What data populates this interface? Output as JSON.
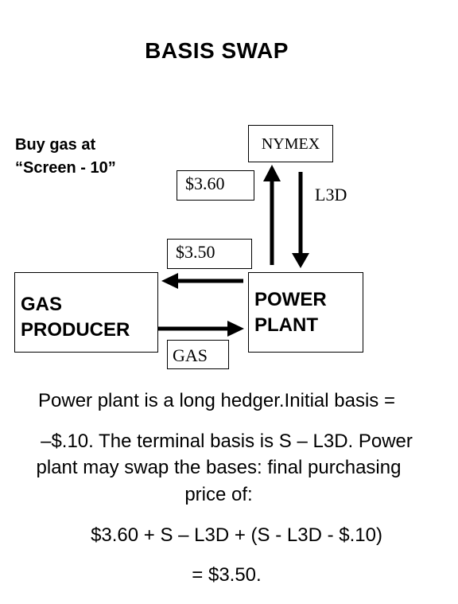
{
  "title": "BASIS SWAP",
  "note": {
    "line1": "Buy gas at",
    "line2": "“Screen - 10”"
  },
  "boxes": {
    "nymex": "NYMEX",
    "price_nymex": "$3.60",
    "label_l3d": "L3D",
    "price_producer": "$3.50",
    "gas_label": "GAS",
    "producer_line1": "GAS",
    "producer_line2": "PRODUCER",
    "plant_line1": "POWER",
    "plant_line2": "PLANT"
  },
  "text": {
    "line1": "Power plant is a long hedger.Initial basis =",
    "line2": "–$.10. The terminal basis is S – L3D. Power",
    "line3": "plant may swap the bases: final purchasing",
    "line4": "price of:",
    "equation1": "$3.60 + S – L3D + (S - L3D - $.10)",
    "equation2": "= $3.50."
  }
}
